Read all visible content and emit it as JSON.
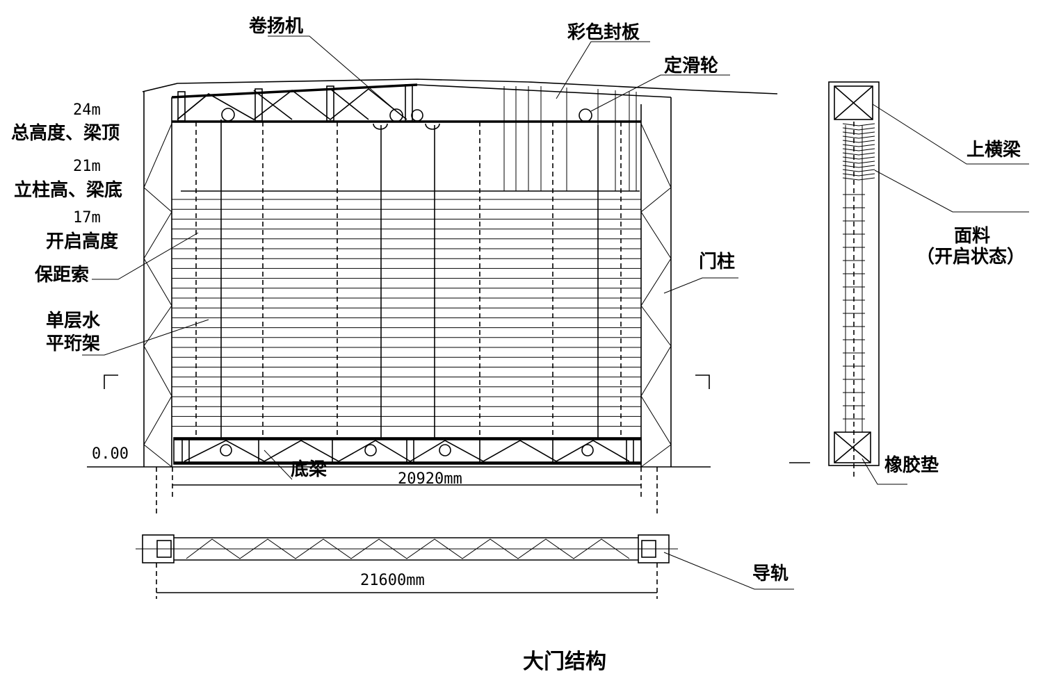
{
  "labels": {
    "winch": "卷扬机",
    "color_panel": "彩色封板",
    "fixed_pulley": "定滑轮",
    "h24": "24m",
    "h24_desc": "总高度、梁顶",
    "h21": "21m",
    "h21_desc": "立柱高、梁底",
    "h17": "17m",
    "h17_desc": "开启高度",
    "retaining_cable": "保距索",
    "truss_line1": "单层水",
    "truss_line2": "平珩架",
    "elevation_zero": "0.00",
    "bottom_beam": "底梁",
    "width_upper": "20920mm",
    "door_column": "门柱",
    "upper_beam": "上横梁",
    "fabric": "面料",
    "fabric_state": "（开启状态）",
    "rubber_pad": "橡胶垫",
    "guide_rail": "导轨",
    "width_lower": "21600mm",
    "caption": "大门结构"
  }
}
